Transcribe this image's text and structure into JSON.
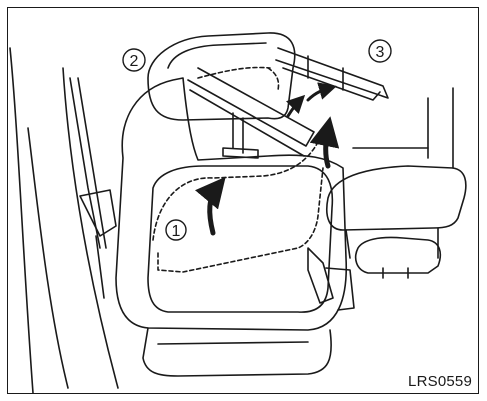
{
  "figure": {
    "code": "LRS0559",
    "callouts": [
      {
        "label": "1",
        "meaning": "seatback-fold-arrow"
      },
      {
        "label": "2",
        "meaning": "headrest"
      },
      {
        "label": "3",
        "meaning": "headrest-stays"
      }
    ]
  },
  "colors": {
    "line": "#1a1a1a",
    "background": "#ffffff"
  },
  "icons": [
    "curved-arrow-icon"
  ]
}
